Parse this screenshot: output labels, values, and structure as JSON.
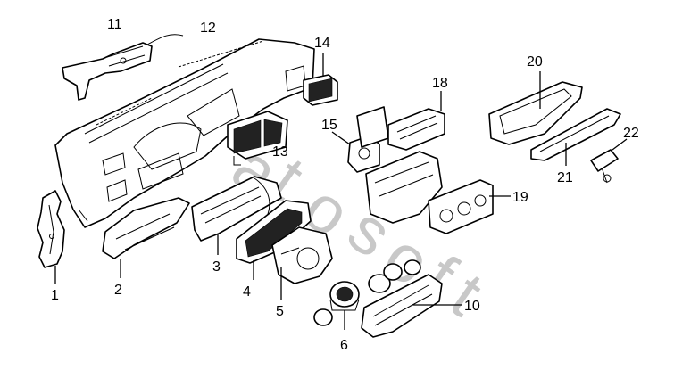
{
  "callouts": [
    {
      "id": "1",
      "label": "1"
    },
    {
      "id": "2",
      "label": "2"
    },
    {
      "id": "3",
      "label": "3"
    },
    {
      "id": "4",
      "label": "4"
    },
    {
      "id": "5",
      "label": "5"
    },
    {
      "id": "6",
      "label": "6"
    },
    {
      "id": "10",
      "label": "10"
    },
    {
      "id": "11",
      "label": "11"
    },
    {
      "id": "12",
      "label": "12"
    },
    {
      "id": "13",
      "label": "13"
    },
    {
      "id": "14",
      "label": "14"
    },
    {
      "id": "15",
      "label": "15"
    },
    {
      "id": "18",
      "label": "18"
    },
    {
      "id": "19",
      "label": "19"
    },
    {
      "id": "20",
      "label": "20"
    },
    {
      "id": "21",
      "label": "21"
    },
    {
      "id": "22",
      "label": "22"
    }
  ],
  "watermark": {
    "letters": [
      "a",
      "t",
      "o",
      "s",
      "o",
      "f",
      "t"
    ]
  }
}
